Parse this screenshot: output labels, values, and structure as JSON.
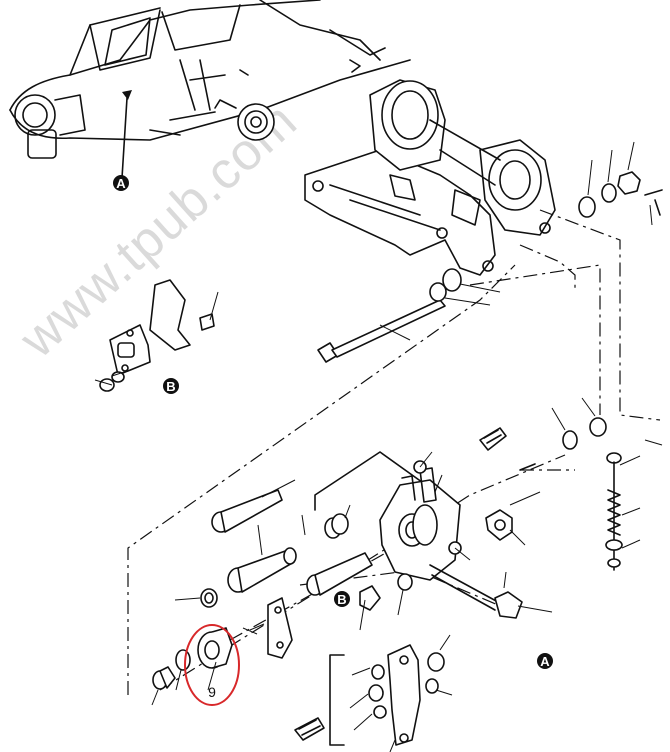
{
  "watermark": "www.tpub.com",
  "callouts": {
    "a_top": "A",
    "b_detail": "B",
    "b_inline": "B",
    "a_bottom": "A"
  },
  "highlight": {
    "item_number": "9",
    "ring_color": "#d8282a"
  }
}
